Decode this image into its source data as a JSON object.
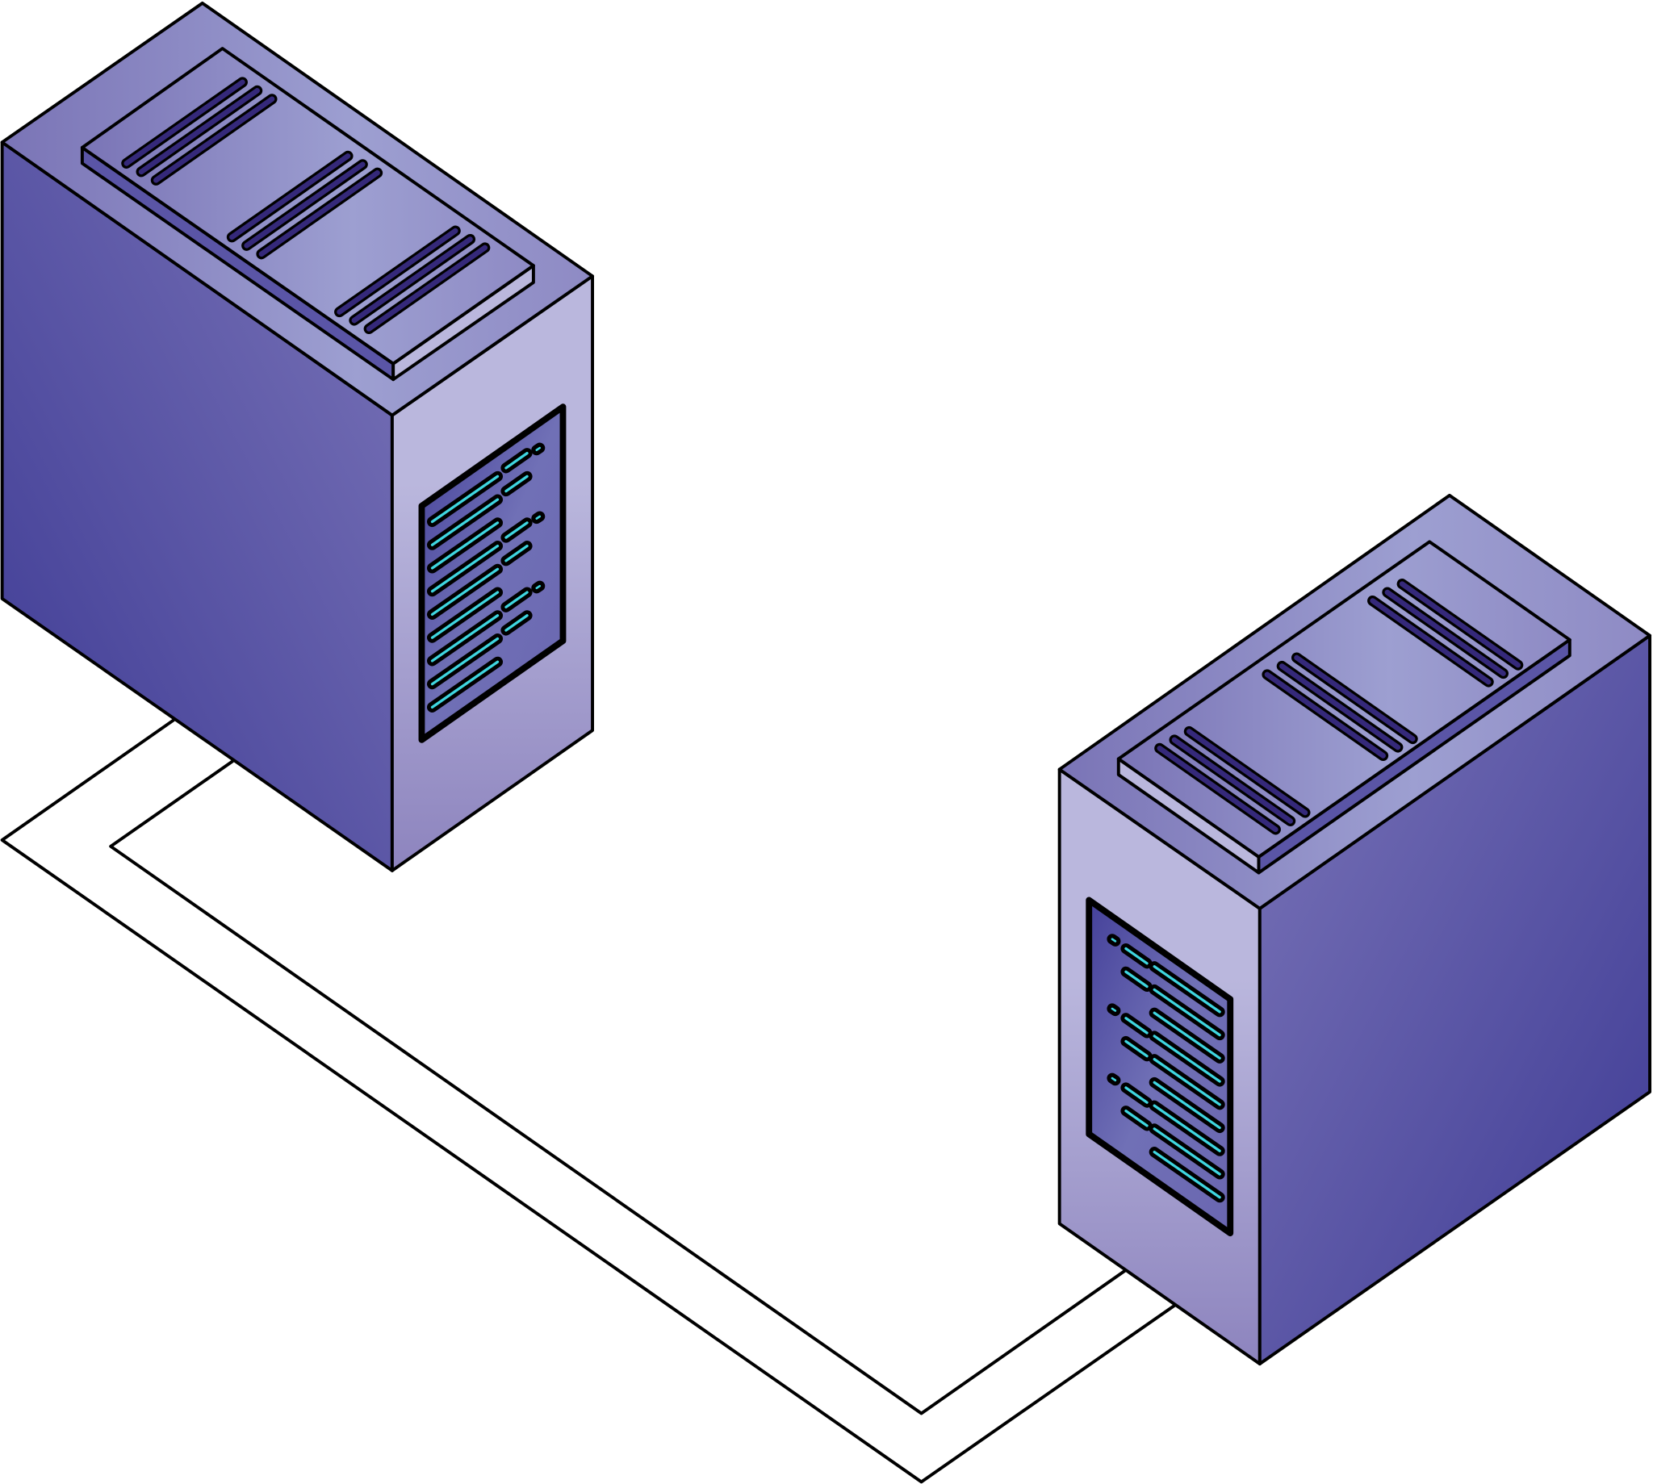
{
  "diagram": {
    "servers": [
      {
        "id": "server-left",
        "front_panel_side": "right"
      },
      {
        "id": "server-right",
        "front_panel_side": "left"
      }
    ],
    "connection": {
      "from": "server-left",
      "to": "server-right",
      "type": "cable"
    },
    "colors": {
      "dark_face_start": "#3d3a94",
      "dark_face_end": "#7a74b8",
      "light_face_top": "#bab7dd",
      "light_face_bottom": "#8d84be",
      "top_face": "#8c8cc6",
      "vent": "#35297a",
      "drive_light": "#3fd6e0",
      "outline": "#000000"
    }
  }
}
